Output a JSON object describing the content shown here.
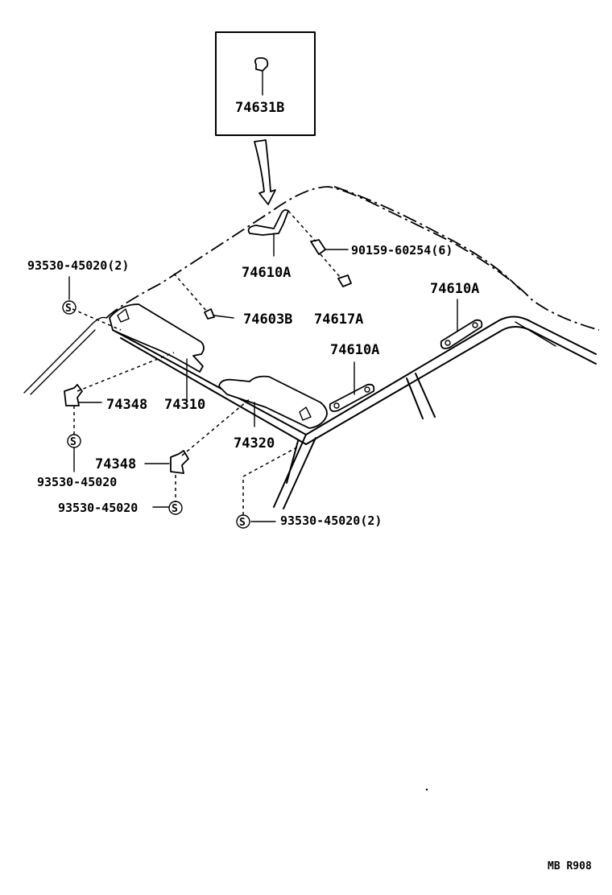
{
  "labels": {
    "inset_part": "74631B",
    "screw_upper": "90159-60254(6)",
    "clip_left_top": "93530-45020(2)",
    "bracket_a": "74610A",
    "bracket_right": "74610A",
    "bracket_mid": "74610A",
    "clip_74603b": "74603B",
    "clip_74617a": "74617A",
    "holder_left": "74348",
    "visor_left": "74310",
    "visor_right": "74320",
    "holder_center": "74348",
    "clip_left_bottom": "93530-45020",
    "clip_center_bottom": "93530-45020",
    "clip_right_bottom": "93530-45020(2)",
    "s_mark": "S"
  },
  "footer": {
    "code": "MB  R908"
  }
}
